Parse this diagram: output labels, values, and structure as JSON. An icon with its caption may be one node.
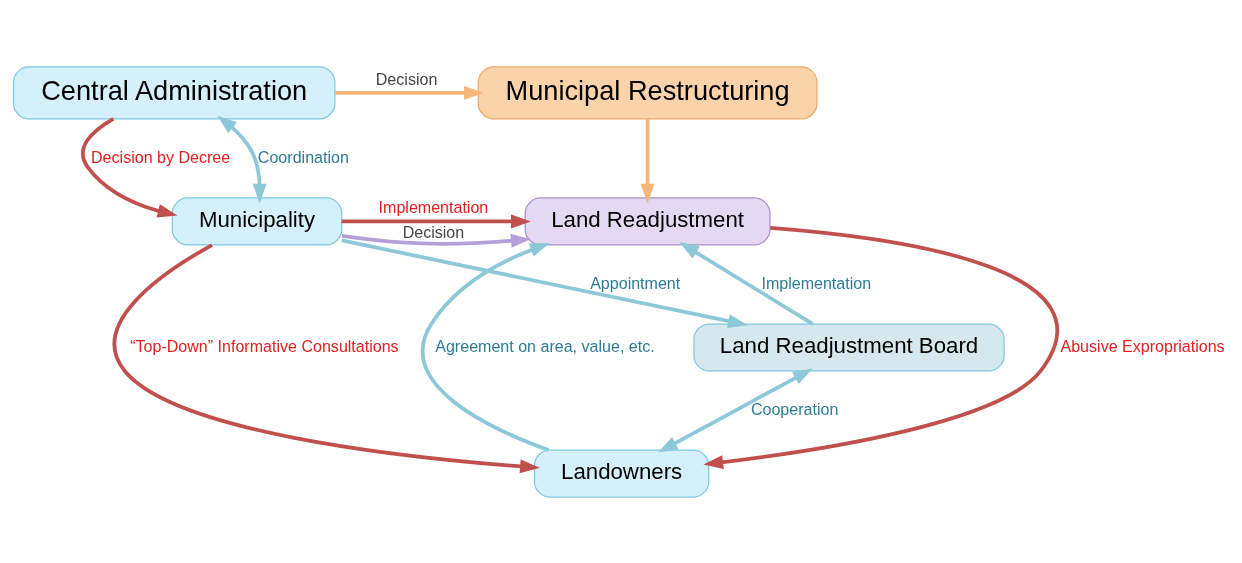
{
  "diagram": {
    "nodes": [
      {
        "text": [
          "Municipal Restructuring"
        ]
      },
      {
        "text": [
          "Central Administration"
        ]
      },
      {
        "text": [
          "Land Readjustment"
        ]
      },
      {
        "text": [
          "Municipality"
        ]
      },
      {
        "text": [
          "Land Readjustment Board"
        ]
      },
      {
        "text": [
          "Landowners"
        ]
      }
    ],
    "edges": [
      {
        "from": 1,
        "to": 0,
        "arrow": "to",
        "label": "Decision",
        "color": "#f5b77a"
      },
      {
        "from": 0,
        "to": 2,
        "arrow": "to",
        "color": "#f5b77a"
      },
      {
        "from": 1,
        "to": 3,
        "arrow": "both",
        "label": "Coordination"
      },
      {
        "from": 1,
        "to": 3,
        "arrow": "to",
        "label": "Decision by Decree",
        "color": "#c0504d"
      },
      {
        "from": 3,
        "to": 2,
        "arrow": "to",
        "label": "Implementation",
        "color": "#c0504d"
      },
      {
        "from": 3,
        "to": 2,
        "arrow": "to",
        "label": "Decision",
        "color": "#b4a0d8"
      },
      {
        "from": 3,
        "to": 4,
        "arrow": "to",
        "label": "Appointment"
      },
      {
        "from": 3,
        "to": 5,
        "arrow": "to",
        "label": "“Top-Down” Informative Consultations",
        "color": "#c0504d"
      },
      {
        "from": 4,
        "to": 2,
        "arrow": "to",
        "label": "Implementation"
      },
      {
        "from": 4,
        "to": 5,
        "arrow": "both",
        "label": "Cooperation"
      },
      {
        "from": 2,
        "to": 5,
        "arrow": "to",
        "label": "Abusive Expropriations",
        "color": "#c0504d"
      },
      {
        "from": 5,
        "to": 2,
        "arrow": "to",
        "label": "Agreement on area, value, etc."
      }
    ]
  }
}
